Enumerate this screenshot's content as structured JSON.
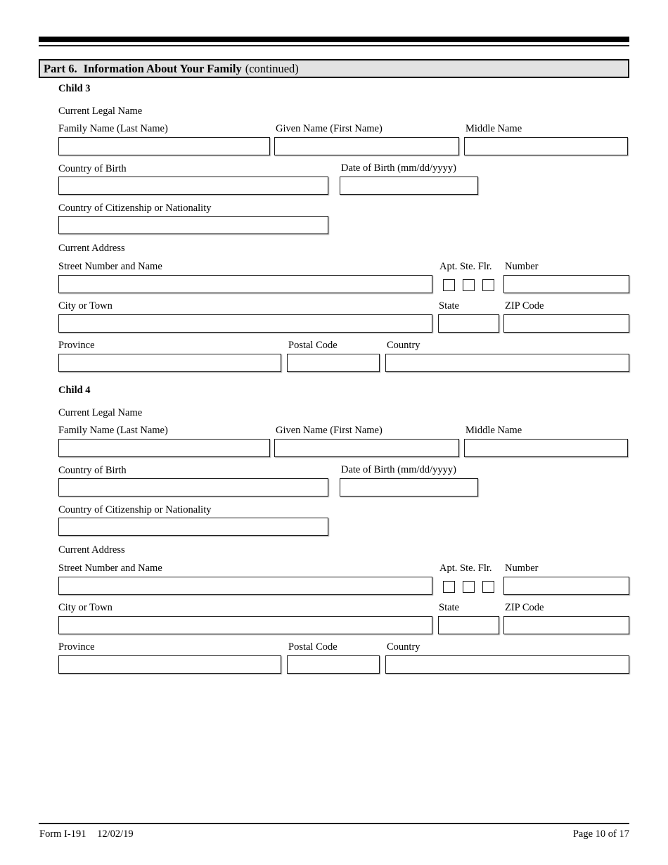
{
  "part_header": {
    "part_label": "Part 6.",
    "title": "Information About Your Family",
    "suffix": "(continued)"
  },
  "labels": {
    "current_legal_name": "Current Legal Name",
    "family_name": "Family Name (Last Name)",
    "given_name": "Given Name (First Name)",
    "middle_name": "Middle Name",
    "country_of_birth": "Country of Birth",
    "date_of_birth": "Date of Birth (mm/dd/yyyy)",
    "citizenship": "Country of Citizenship or Nationality",
    "current_address": "Current Address",
    "street": "Street Number and Name",
    "apt_ste_flr": "Apt. Ste. Flr.",
    "number": "Number",
    "city": "City or Town",
    "state": "State",
    "zip": "ZIP Code",
    "province": "Province",
    "postal_code": "Postal Code",
    "country": "Country"
  },
  "sections": [
    {
      "title": "Child 3",
      "values": {
        "family_name": "",
        "given_name": "",
        "middle_name": "",
        "country_of_birth": "",
        "date_of_birth": "",
        "citizenship": "",
        "street": "",
        "number": "",
        "city": "",
        "state": "",
        "zip": "",
        "province": "",
        "postal_code": "",
        "country": ""
      },
      "checkboxes": {
        "apt": false,
        "ste": false,
        "flr": false
      }
    },
    {
      "title": "Child 4",
      "values": {
        "family_name": "",
        "given_name": "",
        "middle_name": "",
        "country_of_birth": "",
        "date_of_birth": "",
        "citizenship": "",
        "street": "",
        "number": "",
        "city": "",
        "state": "",
        "zip": "",
        "province": "",
        "postal_code": "",
        "country": ""
      },
      "checkboxes": {
        "apt": false,
        "ste": false,
        "flr": false
      }
    }
  ],
  "footer": {
    "form_number": "Form I-191",
    "edition_date": "12/02/19",
    "page_indicator": "Page 10 of 17"
  },
  "colors": {
    "header_bg": "#e3e3e3",
    "border": "#000000",
    "page_bg": "#ffffff"
  }
}
